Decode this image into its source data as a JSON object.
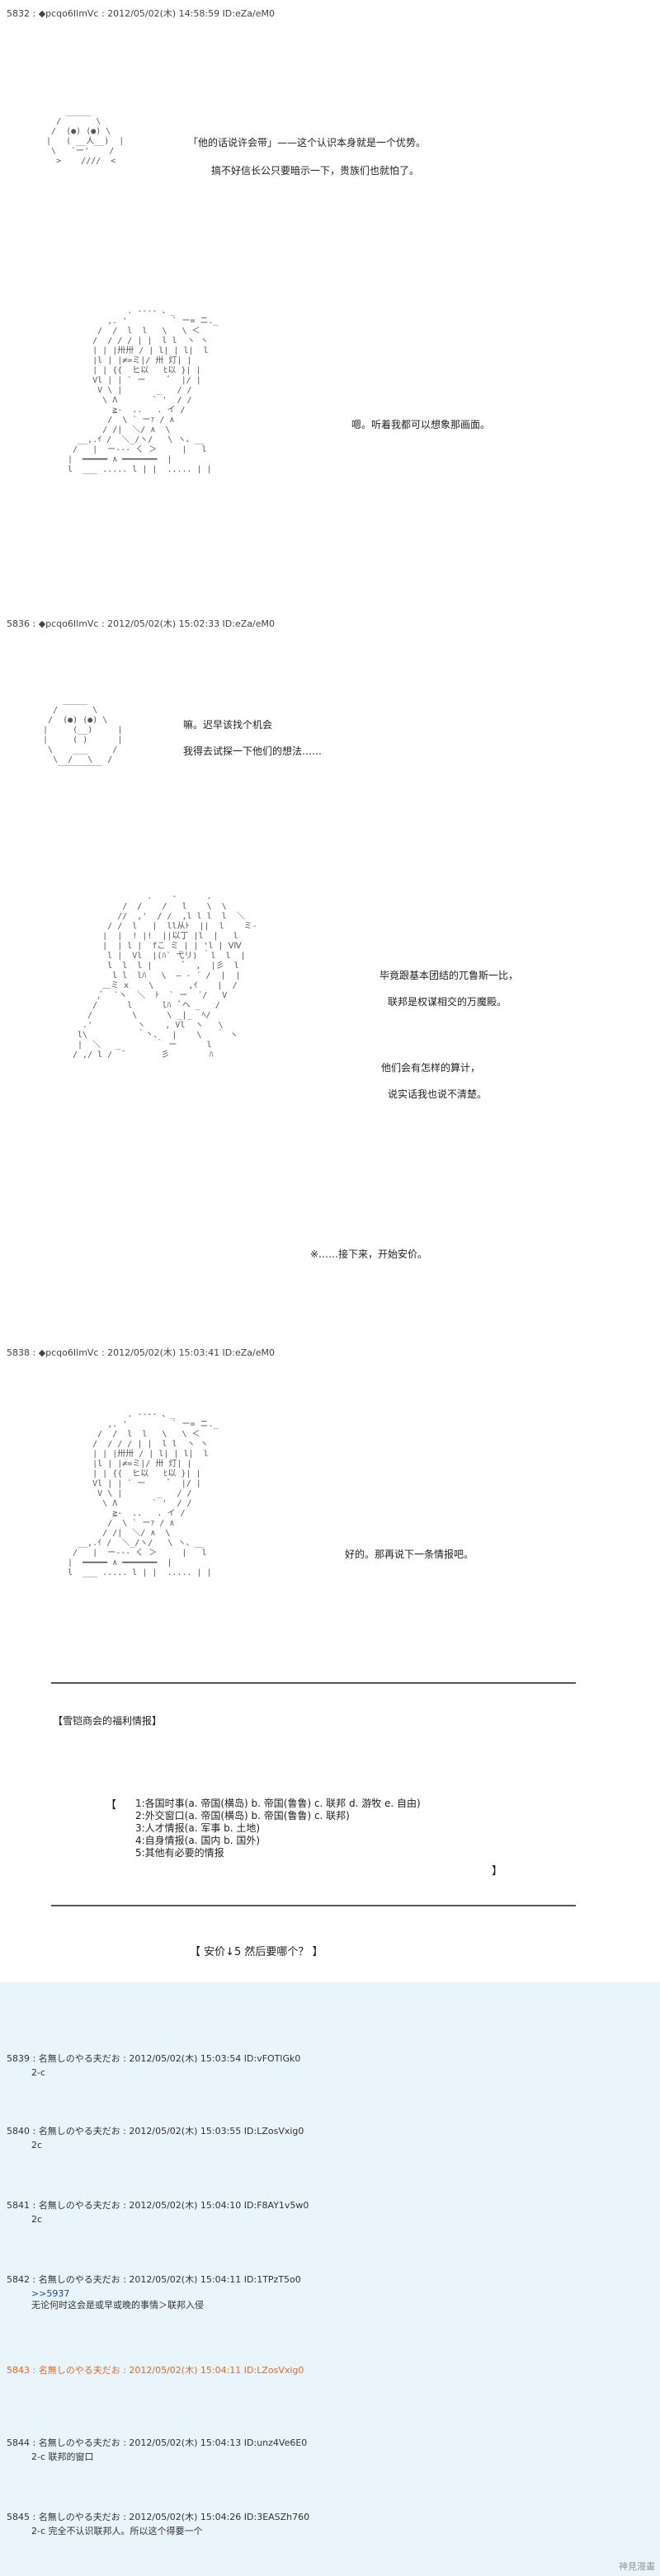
{
  "posts": [
    {
      "header": "5832 : ◆pcqo6IlmVc : 2012/05/02(木) 14:58:59 ID:eZa/eM0",
      "lines": [
        "「他的话说许会带」——这个认识本身就是一个优势。",
        "搞不好信长公只要暗示一下，贵族们也就怕了。",
        "嗯。听着我都可以想象那画面。"
      ]
    },
    {
      "header": "5836 : ◆pcqo6IlmVc : 2012/05/02(木) 15:02:33 ID:eZa/eM0",
      "lines": [
        "嘛。迟早该找个机会",
        "我得去试探一下他们的想法……",
        "毕竟跟基本团结的兀鲁斯一比，",
        "联邦是权谋相交的万魔殿。",
        "他们会有怎样的算计，",
        "说实话我也说不清楚。",
        "※……接下来，开始安价。"
      ]
    },
    {
      "header": "5838 : ◆pcqo6IlmVc : 2012/05/02(木) 15:03:41 ID:eZa/eM0",
      "lines": [
        "好的。那再说下一条情报吧。"
      ]
    }
  ],
  "info": {
    "title": "【雪铠商会的福利情报】",
    "open": "【",
    "close": "】",
    "items": [
      "1:各国时事(a. 帝国(横岛)  b. 帝国(鲁鲁)  c. 联邦  d. 游牧  e. 自由)",
      "2:外交窗口(a. 帝国(横岛)  b. 帝国(鲁鲁)  c. 联邦)",
      "3:人才情报(a. 军事  b. 土地)",
      "4:自身情报(a. 国内  b. 国外)",
      "5:其他有必要的情报"
    ],
    "vote": "【 安价↓5  然后要哪个？ 】"
  },
  "replies": [
    {
      "meta": "5839 : 名無しのやる夫だお : 2012/05/02(木) 15:03:54 ID:vFOTlGk0",
      "body": [
        "2-c"
      ],
      "hl": false
    },
    {
      "meta": "5840 : 名無しのやる夫だお : 2012/05/02(木) 15:03:55 ID:LZosVxig0",
      "body": [
        "2c"
      ],
      "hl": false
    },
    {
      "meta": "5841 : 名無しのやる夫だお : 2012/05/02(木) 15:04:10 ID:F8AY1v5w0",
      "body": [
        "2c"
      ],
      "hl": false
    },
    {
      "meta": "5842 : 名無しのやる夫だお : 2012/05/02(木) 15:04:11 ID:1TPzT5o0",
      "body": [
        ">>5937",
        "无论何时这会是或早或晚的事情＞联邦入侵"
      ],
      "hl": false
    },
    {
      "meta": "5843 : 名無しのやる夫だお : 2012/05/02(木) 15:04:11 ID:LZosVxig0",
      "body": [],
      "hl": true
    },
    {
      "meta": "5844 : 名無しのやる夫だお : 2012/05/02(木) 15:04:13 ID:unz4Ve6E0",
      "body": [
        "2-c  联邦的窗口"
      ],
      "hl": false
    },
    {
      "meta": "5845 : 名無しのやる夫だお : 2012/05/02(木) 15:04:26 ID:3EASZh760",
      "body": [
        "2-c  完全不认识联邦人。所以这个得要一个"
      ],
      "hl": false
    }
  ],
  "watermark": "神見漫畫"
}
